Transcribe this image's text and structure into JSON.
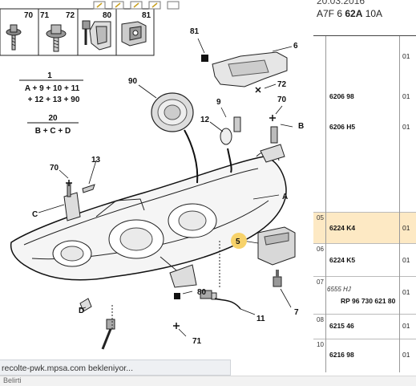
{
  "thumbs": [
    {
      "num": "70",
      "icon": "screw-icon"
    },
    {
      "num": "71",
      "icon": "flanged-bolt-icon"
    },
    {
      "num": "72",
      "icon": "washer-screw-icon"
    },
    {
      "num": "80",
      "icon": "clip-icon"
    },
    {
      "num": "81",
      "icon": "nut-cage-icon"
    }
  ],
  "formulas": [
    {
      "num": "1",
      "line1": "A + 9 + 10 + 11",
      "line2": "+ 12 + 13 + 90"
    },
    {
      "num": "20",
      "line1": "B + C + D"
    }
  ],
  "callouts": {
    "n90": "90",
    "n81": "81",
    "n6": "6",
    "n72": "72",
    "n70a": "70",
    "n9": "9",
    "n12": "12",
    "nB": "B",
    "n13": "13",
    "n70b": "70",
    "nC": "C",
    "nA": "A",
    "n5": "5",
    "n80": "80",
    "n11": "11",
    "n7": "7",
    "nD": "D",
    "n71": "71"
  },
  "parts_table": {
    "date": "20.03.2016",
    "vehicle_prefix": "A7F 6 ",
    "vehicle_bold": "62A",
    "vehicle_suffix": " 10A",
    "rows": [
      {
        "index": "",
        "parts": [
          "6206 98",
          "6206 H5"
        ],
        "qty": [
          "01",
          "01",
          "01"
        ]
      },
      {
        "index": "05",
        "parts": [
          "6224 K4"
        ],
        "qty": [
          "01"
        ],
        "selected": true
      },
      {
        "index": "06",
        "parts": [
          "6224 K5"
        ],
        "qty": [
          "01"
        ]
      },
      {
        "index": "07",
        "alt": "6555 HJ",
        "parts": [
          "RP 96 730 621 80"
        ],
        "qty": [
          "01"
        ]
      },
      {
        "index": "08",
        "parts": [
          "6215 46"
        ],
        "qty": [
          "01"
        ]
      },
      {
        "index": "10",
        "parts": [
          "6216 98"
        ],
        "qty": [
          "01"
        ]
      }
    ]
  },
  "status_text": "recolte-pwk.mpsa.com bekleniyor...",
  "bottom_text": "Belirti",
  "colors": {
    "highlight": "#f7d26a",
    "selected_row": "#fde9c4"
  }
}
